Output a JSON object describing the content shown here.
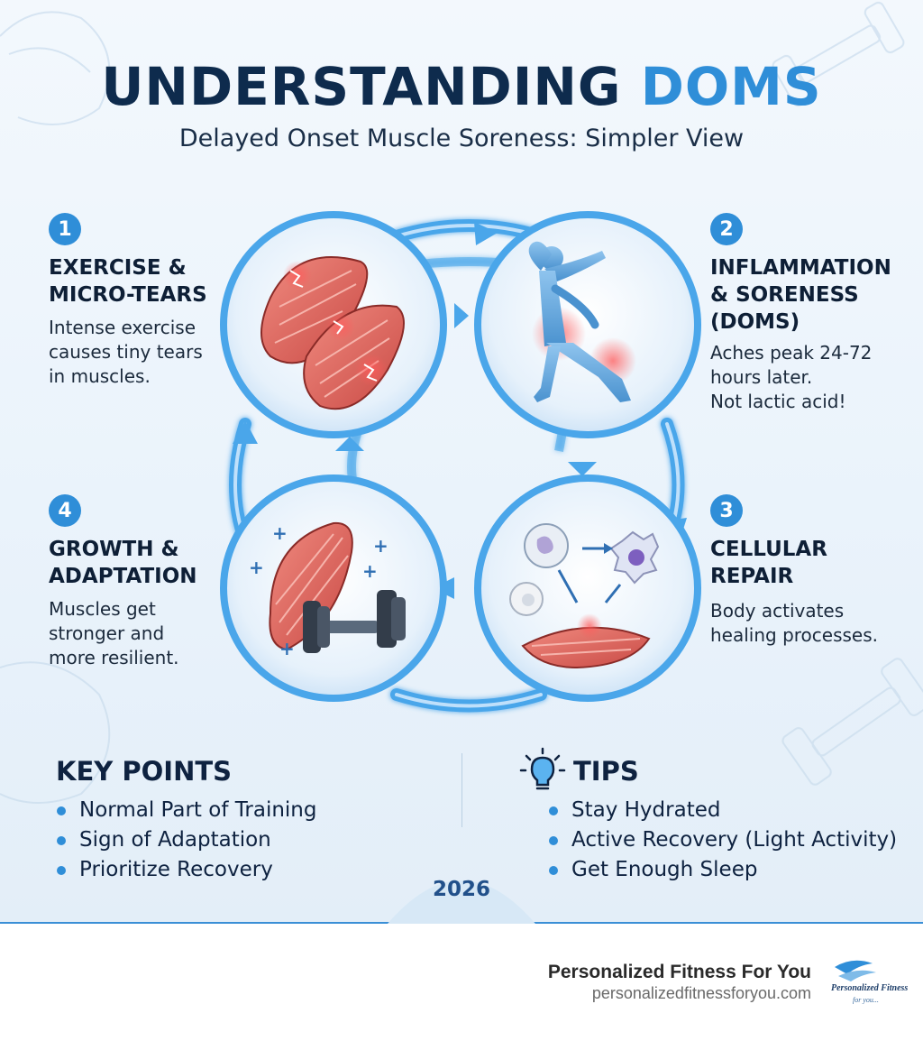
{
  "header": {
    "title_main": "UNDERSTANDING ",
    "title_accent": "DOMS",
    "subtitle": "Delayed Onset Muscle Soreness: Simpler View"
  },
  "steps": [
    {
      "number": "1",
      "title": "EXERCISE &\nMICRO-TEARS",
      "description": "Intense exercise\ncauses tiny tears\nin muscles."
    },
    {
      "number": "2",
      "title": "INFLAMMATION\n& SORENESS\n(DOMS)",
      "description": "Aches peak 24-72\nhours later.\nNot lactic acid!"
    },
    {
      "number": "3",
      "title": "CELLULAR\nREPAIR",
      "description": "Body activates\nhealing processes."
    },
    {
      "number": "4",
      "title": "GROWTH &\nADAPTATION",
      "description": "Muscles get\nstronger and\nmore resilient."
    }
  ],
  "key_points": {
    "heading": "KEY POINTS",
    "items": [
      "Normal Part of Training",
      "Sign of Adaptation",
      "Prioritize Recovery"
    ]
  },
  "tips": {
    "heading": "TIPS",
    "items": [
      "Stay Hydrated",
      "Active Recovery (Light Activity)",
      "Get Enough Sleep"
    ]
  },
  "year": "2026",
  "footer": {
    "brand_name": "Personalized Fitness For You",
    "url": "personalizedfitnessforyou.com",
    "logo_text": "Personalized Fitness",
    "logo_tagline": "for you..."
  },
  "colors": {
    "accent": "#2f8ed8",
    "title_dark": "#0e2b4d",
    "muscle_red": "#e0625a",
    "ring_blue": "#4aa6ea"
  },
  "icons": [
    "lightbulb-icon",
    "muscle-icon",
    "stretching-figure-icon",
    "immune-cells-icon",
    "dumbbell-icon",
    "cycle-arrow-icon"
  ]
}
